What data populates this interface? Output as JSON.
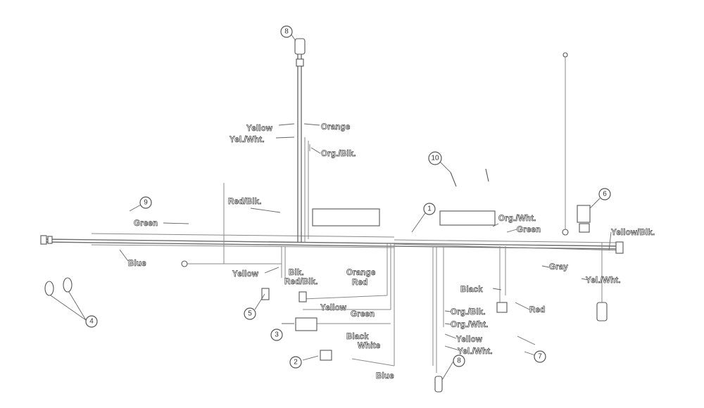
{
  "diagram": {
    "callouts": [
      "1",
      "2",
      "3",
      "4",
      "5",
      "6",
      "7",
      "8",
      "8",
      "9",
      "10"
    ],
    "wire_labels": {
      "yellow_top": "Yellow",
      "orange_top": "Orange",
      "yel_wht_top": "Yel./Wht.",
      "org_blk_top": "Org./Blk.",
      "red_blk_left": "Red/Blk.",
      "green_left": "Green",
      "blue_left": "Blue",
      "yellow_mid": "Yellow",
      "blk_mid": "Blk.",
      "red_blk_mid": "Red/Blk.",
      "orange_mid": "Orange",
      "red_mid": "Red",
      "yellow_center": "Yellow",
      "green_center": "Green",
      "black_center": "Black",
      "white_center": "White",
      "blue_bottom": "Blue",
      "org_wht_right": "Org./Wht.",
      "green_right": "Green",
      "yellow_blk_right": "Yellow/Blk.",
      "gray_right": "Gray",
      "yel_wht_right": "Yel./Wht.",
      "black_right": "Black",
      "red_right": "Red",
      "org_blk_low": "Org./Blk.",
      "org_wht_low": "Org./Wht.",
      "yellow_low": "Yellow",
      "yel_wht_low": "Yel./Wht."
    }
  }
}
